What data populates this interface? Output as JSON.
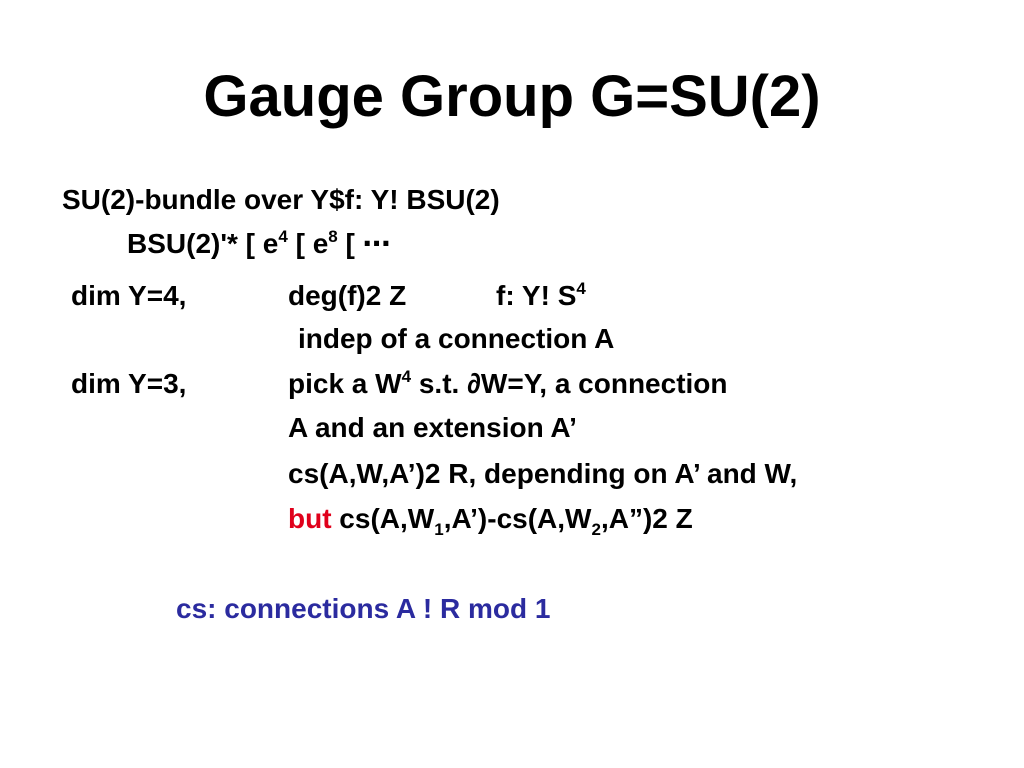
{
  "slide": {
    "title": "Gauge Group G=SU(2)",
    "lines": [
      {
        "text": "SU(2)-bundle over Y$f:  Y! BSU(2)"
      },
      {
        "pre": "BSU(2)'* [ e",
        "sup1": "4",
        "mid": " [ e",
        "sup2": "8",
        "post": " [ ⋯"
      },
      {
        "col1": "dim Y=4,",
        "col2": "deg(f)2 Z",
        "col3_pre": "f: Y! S",
        "col3_sup": "4"
      },
      {
        "text": "indep of a connection A"
      },
      {
        "col1": "dim Y=3,",
        "pre": "pick a W",
        "sup": "4",
        "post": " s.t. ∂W=Y, a connection"
      },
      {
        "text": "A and an extension A’"
      },
      {
        "text": "cs(A,W,A’)2 R,  depending on A’ and W,"
      },
      {
        "highlight": "but",
        "pre": "  cs(A,W",
        "sub1": "1",
        "mid": ",A’)-cs(A,W",
        "sub2": "2",
        "post": ",A”)2 Z"
      },
      {
        "text": "cs:  connections A ! R mod 1"
      }
    ]
  },
  "colors": {
    "text": "#000000",
    "highlight_red": "#e0001b",
    "accent_blue": "#2b2b9f",
    "background": "#ffffff"
  }
}
